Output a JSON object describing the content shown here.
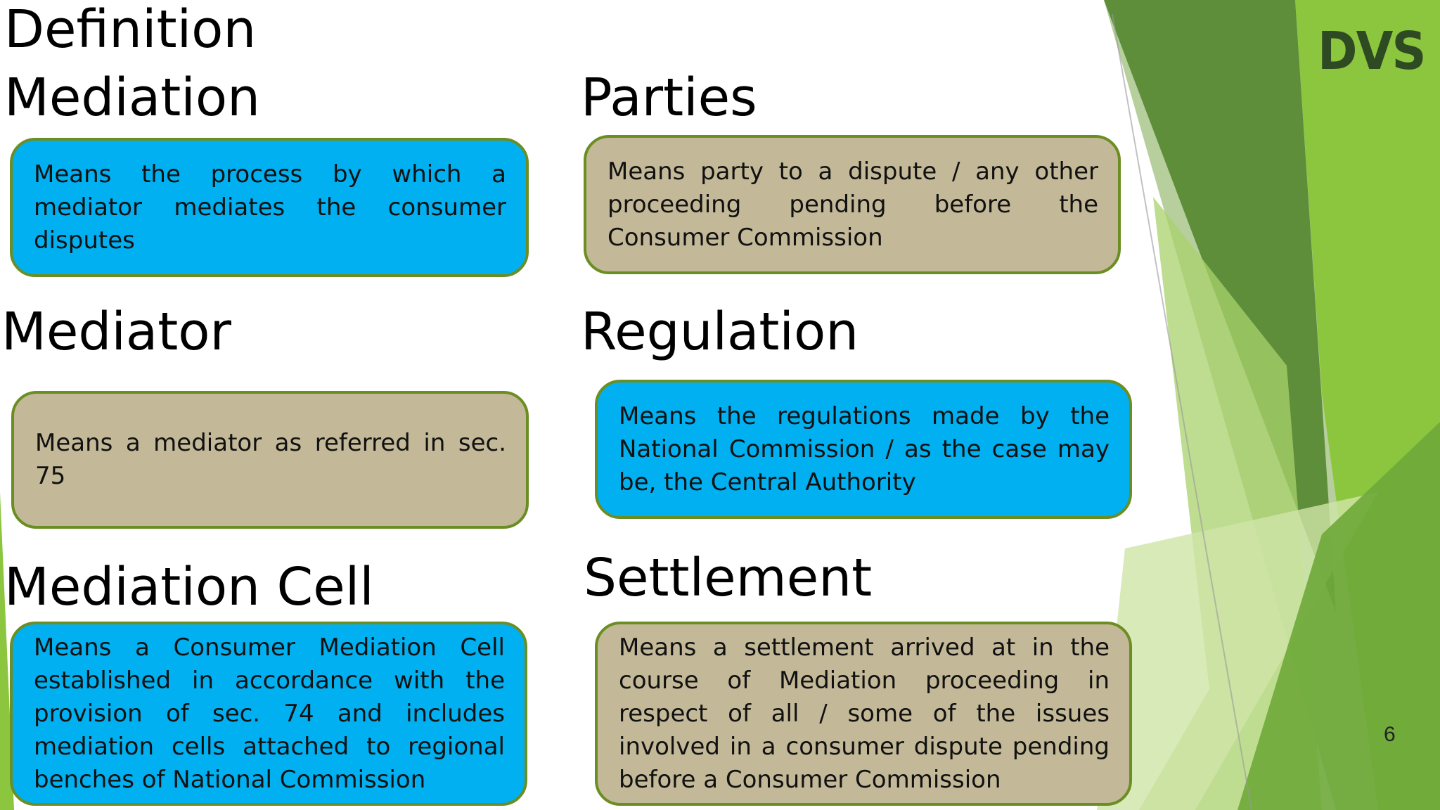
{
  "slide": {
    "title": "Definition",
    "page_number": "6",
    "logo_text": "DVS"
  },
  "definitions": [
    {
      "term": "Mediation",
      "text": "Means the process by which a mediator mediates the consumer disputes",
      "box_color": "blue"
    },
    {
      "term": "Parties",
      "text": "Means party to a dispute / any other proceeding pending before the Consumer Commission",
      "box_color": "tan"
    },
    {
      "term": "Mediator",
      "text": "Means a mediator as referred in sec. 75",
      "box_color": "tan"
    },
    {
      "term": "Regulation",
      "text": "Means the regulations made by the National Commission / as the case may be, the Central Authority",
      "box_color": "blue"
    },
    {
      "term": "Mediation Cell",
      "text": "Means a Consumer Mediation Cell established in accordance with the provision of sec. 74 and includes mediation cells attached to regional benches of National Commission",
      "box_color": "blue"
    },
    {
      "term": "Settlement",
      "text": "Means a settlement arrived at in the course of Mediation proceeding in respect of all / some of the issues involved in a consumer dispute pending before a Consumer Commission",
      "box_color": "tan"
    }
  ],
  "colors": {
    "blue_box": "#00b0f0",
    "tan_box": "#c3b897",
    "box_border": "#6b8e23",
    "decor_dark_green": "#5f8f3a",
    "decor_light_green": "#8cc63f"
  }
}
